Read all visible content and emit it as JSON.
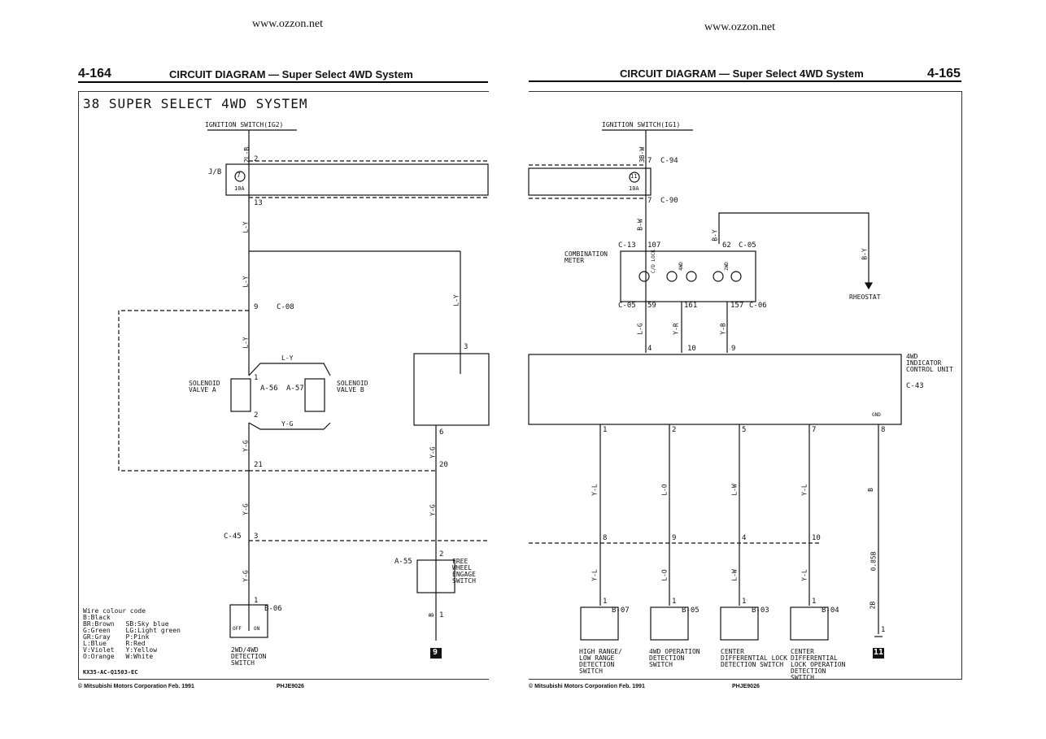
{
  "left_page": {
    "website": "www.ozzon.net",
    "page_number": "4-164",
    "header": "CIRCUIT DIAGRAM — Super Select 4WD System",
    "section_title": "38 SUPER SELECT 4WD SYSTEM",
    "ignition_label": "IGNITION SWITCH(IG2)",
    "jb_label": "J/B",
    "fuse_number": "7",
    "fuse_rating": "10A",
    "pins": [
      "2",
      "13",
      "9",
      "1",
      "2",
      "21",
      "3",
      "1",
      "3",
      "6",
      "20",
      "2",
      "1"
    ],
    "wires": [
      "2L-B",
      "L-Y",
      "L-Y",
      "L-Y",
      "L-Y",
      "Y-G",
      "Y-G",
      "Y-G",
      "Y-G",
      "Y-G",
      "Y-G",
      "L-Y",
      "B"
    ],
    "connectors": [
      "C-08",
      "C-45",
      "A-56",
      "A-57",
      "A-55",
      "B-06"
    ],
    "solenoid_a": "SOLENOID VALVE A",
    "solenoid_b": "SOLENOID VALVE B",
    "free_wheel": "FREE WHEEL ENGAGE SWITCH",
    "detection_switch": "2WD/4WD DETECTION SWITCH",
    "ground_label": "9",
    "switch_off": "OFF",
    "switch_on": "ON",
    "wire_code_title": "Wire colour code",
    "wire_codes_left": [
      "B:Black",
      "BR:Brown",
      "G:Green",
      "GR:Gray",
      "L:Blue",
      "V:Violet",
      "O:Orange"
    ],
    "wire_codes_right": [
      "SB:Sky blue",
      "LG:Light green",
      "P:Pink",
      "R:Red",
      "Y:Yellow",
      "W:White"
    ],
    "diagram_code": "KX35-AC-Q1503-EC",
    "copyright": "© Mitsubishi Motors Corporation   Feb. 1991",
    "pub_code": "PHJE9026"
  },
  "right_page": {
    "website": "www.ozzon.net",
    "page_number": "4-165",
    "header": "CIRCUIT DIAGRAM — Super Select 4WD System",
    "ignition_label": "IGNITION SWITCH(IG1)",
    "fuse_number": "11",
    "fuse_rating": "10A",
    "pins": [
      "7",
      "7",
      "107",
      "62",
      "59",
      "161",
      "157",
      "4",
      "10",
      "9",
      "1",
      "2",
      "5",
      "7",
      "8",
      "8",
      "9",
      "4",
      "10",
      "1",
      "1",
      "1",
      "1",
      "1"
    ],
    "wires": [
      "3B-W",
      "B-W",
      "B-Y",
      "B-Y",
      "L-G",
      "Y-R",
      "Y-B",
      "Y-L",
      "L-O",
      "L-W",
      "Y-L",
      "B",
      "Y-L",
      "L-O",
      "L-W",
      "Y-L",
      "0.85B",
      "2B"
    ],
    "connectors": [
      "C-94",
      "C-90",
      "C-13",
      "C-05",
      "C-05",
      "C-06",
      "C-43",
      "B-07",
      "B-05",
      "B-03",
      "B-04"
    ],
    "combination_meter": "COMBINATION METER",
    "rheostat": "RHEOSTAT",
    "indicator_unit": "4WD INDICATOR CONTROL UNIT",
    "lamp_labels": [
      "C/D LOCK",
      "4WD",
      "2WD"
    ],
    "gnd_label": "GND",
    "switches": [
      "HIGH RANGE/ LOW RANGE DETECTION SWITCH",
      "4WD OPERATION DETECTION SWITCH",
      "CENTER DIFFERENTIAL LOCK DETECTION SWITCH",
      "CENTER DIFFERENTIAL LOCK OPERATION DETECTION SWITCH"
    ],
    "ground_label": "11",
    "copyright": "© Mitsubishi Motors Corporation   Feb. 1991",
    "pub_code": "PHJE9026"
  }
}
